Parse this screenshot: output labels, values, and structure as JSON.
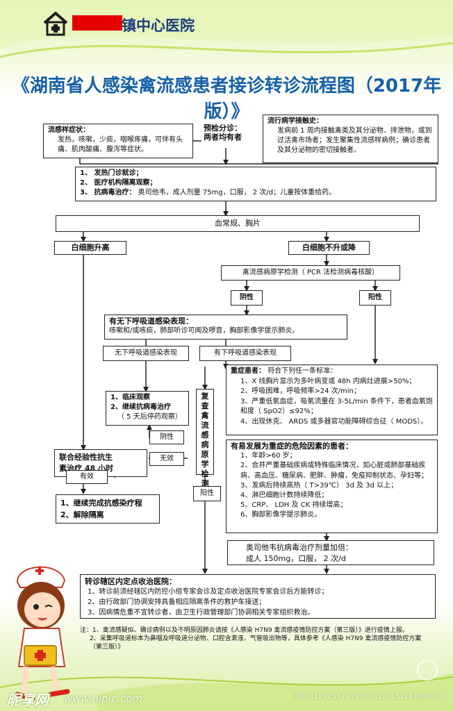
{
  "header": {
    "hospital": "镇中心医院"
  },
  "title": "《湖南省人感染禽流感患者接诊转诊流程图（2017年版）》",
  "top": {
    "symptoms_title": "流感样症状：",
    "symptoms_text": "发热，咳嗽，少痰，咽喉疼痛，可伴有头痛、肌肉酸痛、腹泻等症状。",
    "triage_line1": "预检分诊：",
    "triage_line2": "两者均有者",
    "epi_title": "流行病学接触史：",
    "epi_text": "发病前 1 周内接触禽类及其分泌物、排泄物，或到过活禽市场者；发生聚集性流感样病例；确诊患者及其分泌物的密切接触者。"
  },
  "steps": {
    "s1": "1、 发热门诊就诊；",
    "s2": "2、 医疗机构隔离观察；",
    "s3a": "3、 抗病毒治疗：",
    "s3b": "奥司他韦，成人剂量 75mg，口服， 2 次/d；儿童按体重给药。"
  },
  "blood": "血常规、胸片",
  "wbc_up": "白细胞升高",
  "wbc_not": "白细胞不升或降",
  "pcr": "禽流感病原学检测（ PCR 法检测病毒核酸）",
  "neg": "阴性",
  "pos": "阳性",
  "resp": {
    "title": "有无下呼吸道感染表现：",
    "text": "咳嗽和/或咳痰，肺部听诊可闻及啰音，胸部影像学提示肺炎。"
  },
  "no_lower": "无下呼吸道感染表现",
  "has_lower": "有下呼吸道感染表现",
  "observe": {
    "l1": "1、临床观察",
    "l2": "2、继续抗病毒治疗",
    "l3": "（ 5 天后停药观察）"
  },
  "recheck": "复查禽流感病原学检测",
  "neg2": "阴性",
  "pos2": "阳性",
  "combined": {
    "l1": "联合经验性抗生",
    "l2": "素治疗 48 小时"
  },
  "no_effect": "无效",
  "effective": "有效",
  "continue": {
    "l1": "1、继续完成抗感染疗程",
    "l2": "2、解除隔离"
  },
  "severe": {
    "title": "重症患者：",
    "intro": "符合下列任一条标准：",
    "items": [
      "1、X 线胸片显示为多叶病变或 48h 内病灶进展>50%；",
      "2、呼吸困难，呼吸频率>24 次/min；",
      "3、严重低氧血症，吸氧流量在 3-5L/min 条件下，患者血氧饱和度（ SpO2）≤92%；",
      "4、出现休克、 ARDS 或多器官功能障碍综合征（ MODS）。"
    ]
  },
  "risk": {
    "title": "有易发展为重症的危险因素的患者：",
    "items": [
      "1、年龄>60 岁；",
      "2、合并严重基础疾病或特殊临床情况，如心脏或肺部基础疾病、高血压、糖尿病、肥胖、肿瘤，免疫抑制状态、孕妇等；",
      "3、发病后持续高热（ T>39℃） 3d 及 3d 以上；",
      "4、淋巴细胞计数持续降低；",
      "5、CRP、 LDH 及 CK 持续增高；",
      "6、胸部影像学提示肺炎。"
    ]
  },
  "dose": {
    "l1": "奥司他韦抗病毒治疗剂量加倍：",
    "l2": "成人 150mg，口服， 2 次/d"
  },
  "transfer": {
    "title": "转诊辖区内定点收治医院：",
    "items": [
      "1、转诊前须经辖区内防控小组专家会诊及定点收治医院专家会诊后方能转诊；",
      "2、由行政部门协调安排具备相应隔离条件的救护车接送；",
      "3、因病情危重不宜转诊者，由卫生行政管理部门协调相关专家组织救治。"
    ]
  },
  "notes": [
    "注：1、禽流感疑似、确诊病例以及不明原因肺炎请按《人感染 H7N9 禽流感疫情防控方案（第三版）》进行疫情上报。",
    "2、采集呼吸道标本为鼻咽及呼吸道分泌物、口腔含漱液、气管吸出物等，具体参考《人感染 H7N9 禽流感疫情防控方案（第三版）》"
  ],
  "watermark": {
    "brand": "昵享网",
    "url": "www.nipic.com",
    "id": "ID:24122257 NO:20170122151242698000"
  },
  "colors": {
    "title": "#1560a8",
    "hospital": "#1c3f7a",
    "redact": "#e60000",
    "green": "#b7dc4a"
  }
}
